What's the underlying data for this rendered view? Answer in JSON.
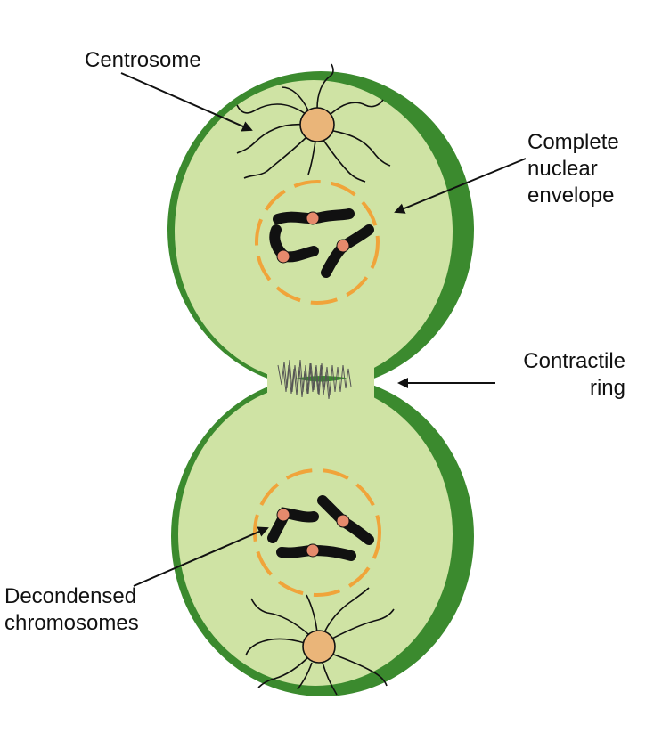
{
  "labels": {
    "centrosome": "Centrosome",
    "nuclear_envelope": "Complete\nnuclear\nenvelope",
    "contractile_ring": "Contractile\nring",
    "chromosomes": "Decondensed\nchromosomes"
  },
  "colors": {
    "cell_membrane": "#3b8a2e",
    "cytoplasm": "#cfe3a4",
    "nuclear_envelope": "#f0a43a",
    "centrosome": "#eab579",
    "chromosome": "#111111",
    "centromere": "#e58a6c",
    "arrow": "#111111"
  }
}
